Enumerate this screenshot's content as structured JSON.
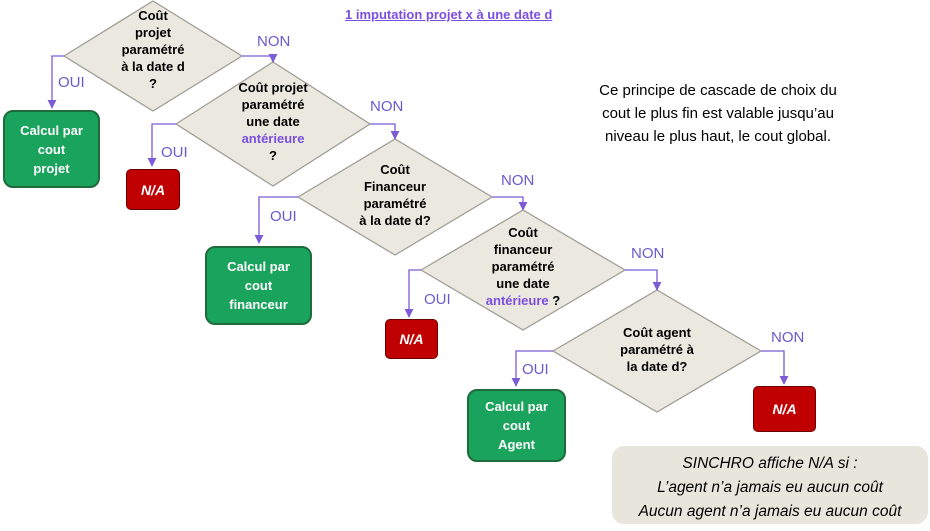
{
  "title": "1 imputation projet x à une date d",
  "decisions": [
    {
      "lines": [
        "Coût",
        "projet",
        "paramétré",
        "à la date d",
        "?"
      ]
    },
    {
      "lines": [
        "Coût projet",
        "paramétré",
        "une date",
        "antérieure",
        "?"
      ],
      "highlight_line": "antérieure"
    },
    {
      "lines": [
        "Coût",
        "Financeur",
        "paramétré",
        "à la date d?"
      ]
    },
    {
      "lines": [
        "Coût",
        "financeur",
        "paramétré",
        "une date",
        "antérieure ?"
      ],
      "highlight_word": "antérieure"
    },
    {
      "lines": [
        "Coût agent",
        "paramétré à",
        "la date d?"
      ]
    }
  ],
  "edge_labels": {
    "yes": "OUI",
    "no": "NON"
  },
  "results": {
    "calc_projet": [
      "Calcul par",
      "cout",
      "projet"
    ],
    "calc_financeur": [
      "Calcul par",
      "cout",
      "financeur"
    ],
    "calc_agent": [
      "Calcul par",
      "cout",
      "Agent"
    ],
    "na": "N/A"
  },
  "note": "Ce principe de cascade de choix du cout le plus fin est valable jusqu’au niveau le plus haut, le cout global.",
  "sinchro": {
    "line1": "SINCHRO affiche N/A si :",
    "line2": "L’agent n’a jamais eu aucun coût",
    "line3": "Aucun agent n’a jamais eu aucun coût"
  },
  "colors": {
    "diamond_fill": "#ebe8df",
    "diamond_stroke": "#a09d96",
    "arrow": "#7b5cd6",
    "green": "#1aa35c",
    "red": "#c00000",
    "highlight": "#7a4fe0"
  }
}
